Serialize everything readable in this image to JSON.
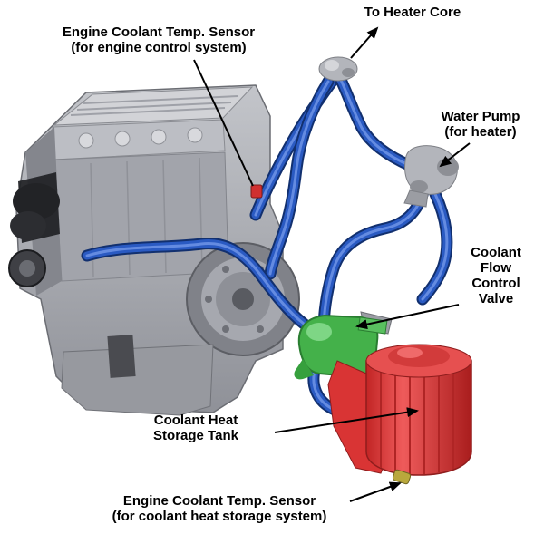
{
  "diagram": {
    "background": "#ffffff",
    "labels": {
      "heater_core": {
        "lines": [
          "To Heater Core"
        ]
      },
      "ect_engine": {
        "lines": [
          "Engine Coolant Temp. Sensor",
          "(for engine control system)"
        ]
      },
      "water_pump": {
        "lines": [
          "Water Pump",
          "(for heater)"
        ]
      },
      "flow_valve": {
        "lines": [
          "Coolant",
          "Flow",
          "Control",
          "Valve"
        ]
      },
      "storage_tank": {
        "lines": [
          "Coolant Heat",
          "Storage Tank"
        ]
      },
      "ect_storage": {
        "lines": [
          "Engine Coolant Temp. Sensor",
          "(for coolant heat storage system)"
        ]
      }
    },
    "colors": {
      "hose_blue": "#2a5ac2",
      "valve_green": "#44b14a",
      "tank_red": "#d93434",
      "sensor_red": "#d03030",
      "label_text": "#000000"
    }
  }
}
